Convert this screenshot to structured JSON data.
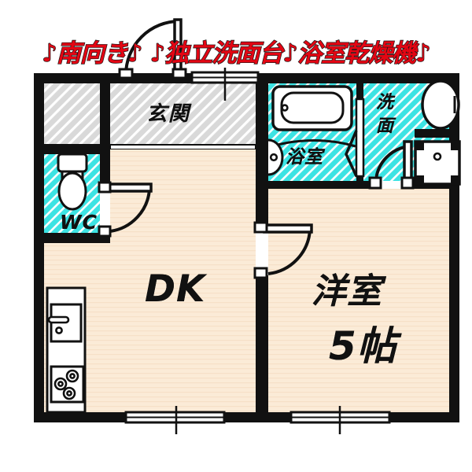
{
  "banner": {
    "text": "♪南向き♪ ♪独立洗面台♪浴室乾燥機♪",
    "color": "#e30613",
    "outline_color": "#1a1a1a"
  },
  "floorplan": {
    "type": "apartment-floor-plan",
    "layout_name": "1DK",
    "wall_color": "#111111",
    "floor_color": "#fbebd7",
    "wet_area_color": "#3ce3e3",
    "hatch_area_color": "#d8d8d8",
    "rooms": [
      {
        "id": "genkan",
        "label": "玄関",
        "type": "entrance",
        "fill": "hatched-gray"
      },
      {
        "id": "shoebox",
        "label": "",
        "type": "shoe-closet",
        "fill": "hatched-gray"
      },
      {
        "id": "wc",
        "label": "WC",
        "type": "toilet",
        "fill": "cyan"
      },
      {
        "id": "dk",
        "label": "DK",
        "type": "dining-kitchen",
        "fill": "beige"
      },
      {
        "id": "yoku",
        "label": "浴室",
        "type": "bathroom",
        "fill": "cyan"
      },
      {
        "id": "senmen",
        "label": "洗面",
        "type": "washroom",
        "fill": "cyan"
      },
      {
        "id": "yoshitsu",
        "label": "洋室",
        "size": "5帖",
        "type": "western-room",
        "fill": "beige"
      }
    ],
    "fixtures": [
      {
        "name": "toilet",
        "room": "wc"
      },
      {
        "name": "bathtub",
        "room": "yoku"
      },
      {
        "name": "vanity-sink",
        "room": "senmen"
      },
      {
        "name": "washing-machine-pan",
        "room": "senmen"
      },
      {
        "name": "kitchen-sink",
        "room": "dk"
      },
      {
        "name": "gas-stove-3burner",
        "room": "dk"
      }
    ],
    "openings": [
      {
        "name": "entrance-door",
        "kind": "swing-door",
        "room": "genkan"
      },
      {
        "name": "entrance-window",
        "kind": "window",
        "room": "genkan"
      },
      {
        "name": "wc-door",
        "kind": "swing-door",
        "room": "wc"
      },
      {
        "name": "bathroom-door",
        "kind": "folding-door",
        "room": "yoku"
      },
      {
        "name": "washroom-door",
        "kind": "swing-door",
        "room": "senmen"
      },
      {
        "name": "room-door",
        "kind": "swing-door",
        "room": "yoshitsu"
      },
      {
        "name": "dk-window",
        "kind": "sliding-window",
        "room": "dk"
      },
      {
        "name": "room-window",
        "kind": "sliding-window",
        "room": "yoshitsu"
      }
    ]
  }
}
